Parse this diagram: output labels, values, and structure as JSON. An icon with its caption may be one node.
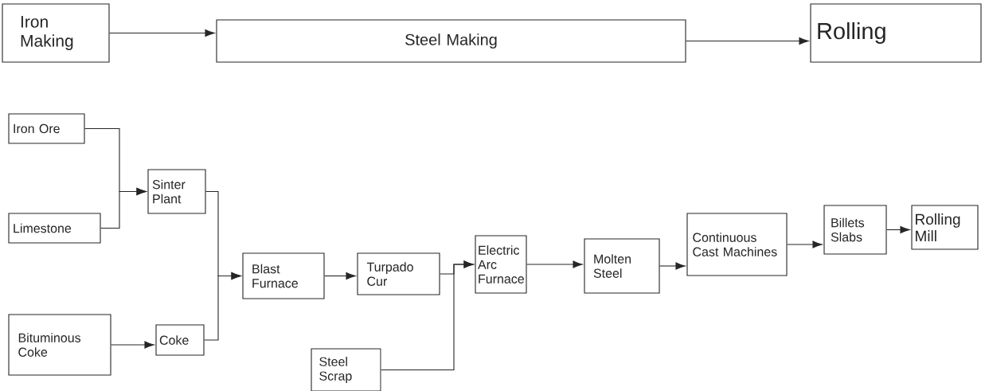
{
  "diagram": {
    "nodes": [
      {
        "text": [
          "Iron Making"
        ]
      },
      {
        "text": [
          "Steel Making"
        ]
      },
      {
        "text": [
          "Rolling"
        ]
      },
      {
        "text": [
          "Iron Ore"
        ]
      },
      {
        "text": [
          "Limestone"
        ]
      },
      {
        "text": [
          "Sinter Plant"
        ]
      },
      {
        "text": [
          "Bituminous Coke"
        ]
      },
      {
        "text": [
          "Coke"
        ]
      },
      {
        "text": [
          "Blast Furnace"
        ]
      },
      {
        "text": [
          "Turpado Cur"
        ]
      },
      {
        "text": [
          "Steel Scrap"
        ]
      },
      {
        "text": [
          "Electric Arc Furnace"
        ]
      },
      {
        "text": [
          "Molten Steel"
        ]
      },
      {
        "text": [
          "Continuous Cast Machines"
        ]
      },
      {
        "text": [
          "Billets Slabs"
        ]
      },
      {
        "text": [
          "Rolling Mill"
        ]
      }
    ],
    "edges": [
      {
        "from": 0,
        "to": 1,
        "arrow": "to"
      },
      {
        "from": 1,
        "to": 2,
        "arrow": "to"
      },
      {
        "from": 3,
        "to": 5,
        "arrow": "to"
      },
      {
        "from": 4,
        "to": 5,
        "arrow": "to"
      },
      {
        "from": 6,
        "to": 7,
        "arrow": "to"
      },
      {
        "from": 5,
        "to": 8,
        "arrow": "to"
      },
      {
        "from": 7,
        "to": 8,
        "arrow": "to"
      },
      {
        "from": 8,
        "to": 9,
        "arrow": "to"
      },
      {
        "from": 9,
        "to": 11,
        "arrow": "to"
      },
      {
        "from": 10,
        "to": 11,
        "arrow": "to"
      },
      {
        "from": 11,
        "to": 12,
        "arrow": "to"
      },
      {
        "from": 12,
        "to": 13,
        "arrow": "to"
      },
      {
        "from": 13,
        "to": 14,
        "arrow": "to"
      },
      {
        "from": 14,
        "to": 15,
        "arrow": "to"
      }
    ]
  }
}
